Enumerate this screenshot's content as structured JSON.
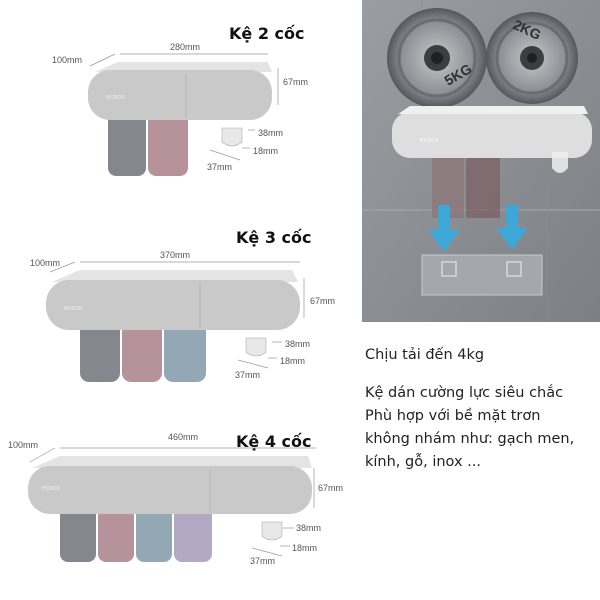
{
  "products": [
    {
      "title": "Kệ 2 cốc",
      "depth": "100mm",
      "width": "280mm",
      "height": "67mm",
      "hook_h": "38mm",
      "hook_d": "18mm",
      "hook_w": "37mm",
      "brand": "ecoco"
    },
    {
      "title": "Kệ 3 cốc",
      "depth": "100mm",
      "width": "370mm",
      "height": "67mm",
      "hook_h": "38mm",
      "hook_d": "18mm",
      "hook_w": "37mm",
      "brand": "ecoco"
    },
    {
      "title": "Kệ 4 cốc",
      "depth": "100mm",
      "width": "460mm",
      "height": "67mm",
      "hook_h": "38mm",
      "hook_d": "18mm",
      "hook_w": "37mm",
      "brand": "ecoco"
    }
  ],
  "photo": {
    "plate_left": "5KG",
    "plate_right": "2KG",
    "brand": "ecoco"
  },
  "info": {
    "load": "Chịu tải đến 4kg",
    "lines": [
      "Kệ dán cường lực siêu chắc",
      "Phù hợp với bề mặt trơn",
      "không nhám như: gạch men,",
      "kính, gỗ, inox ..."
    ]
  },
  "colors": {
    "shelf": "#c9c9c9",
    "cup_gray": "#6e7378",
    "cup_pink": "#a98088",
    "cup_blue": "#7f9aa8",
    "cup_purple": "#a79ab8",
    "arrow": "#3ea7d8"
  }
}
